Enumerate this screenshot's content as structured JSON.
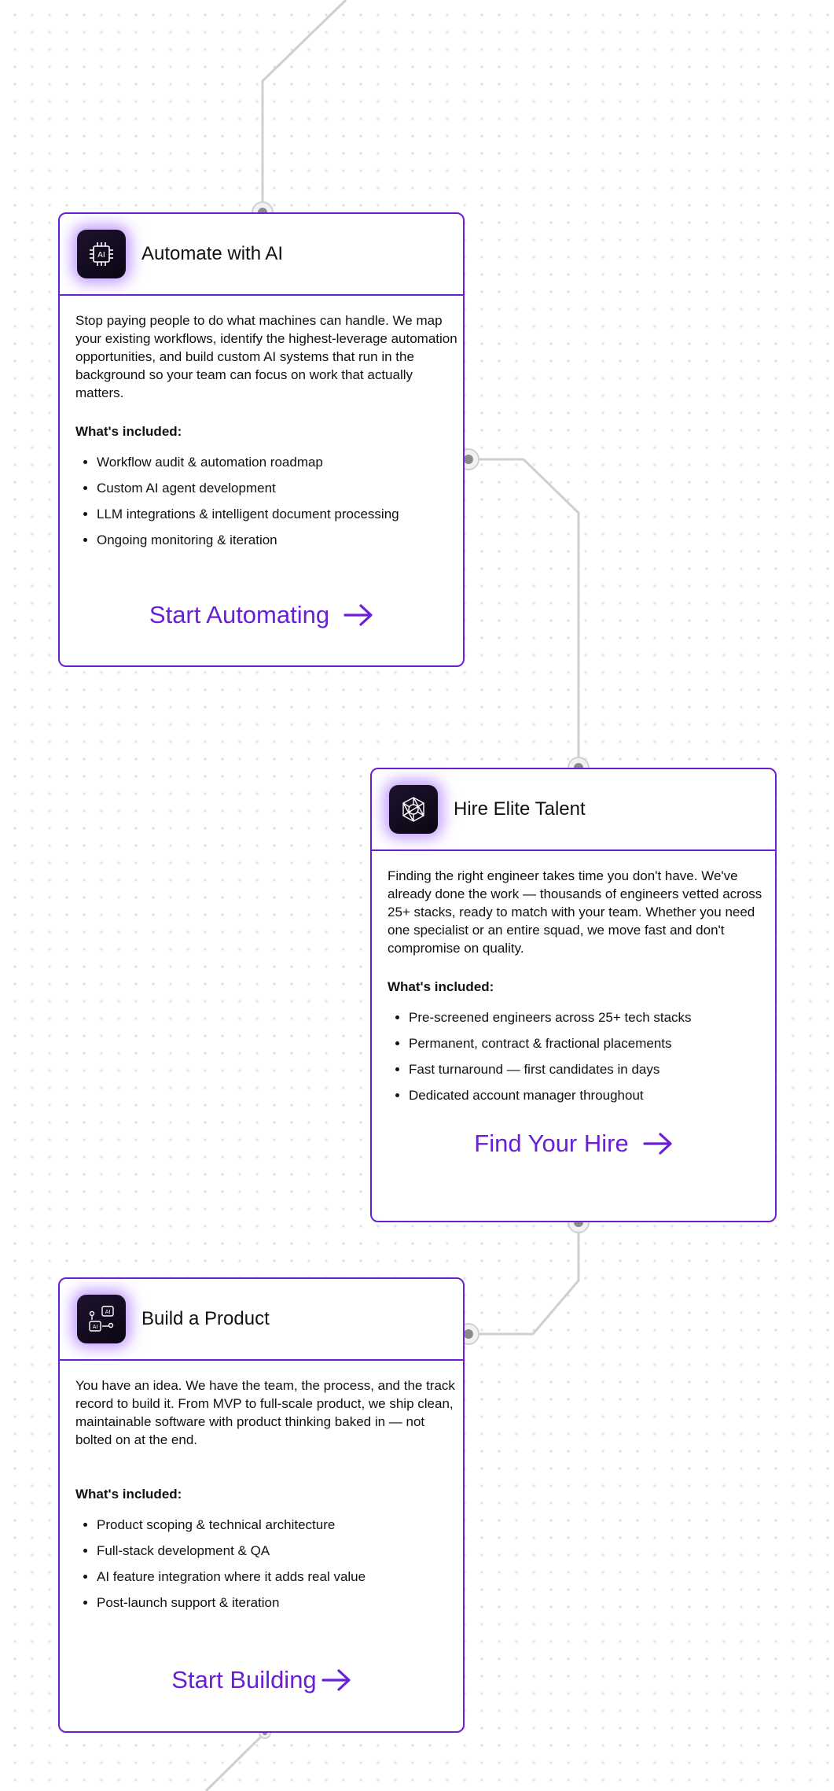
{
  "cards": [
    {
      "title": "Automate with AI",
      "icon": "ai-chip-icon",
      "description": "Stop paying people to do what machines can handle. We map your existing workflows, identify the highest-leverage automation opportunities, and build custom AI systems that run in the background so your team can focus on work that actually matters.",
      "included_label": "What's included:",
      "items": [
        "Workflow audit & automation roadmap",
        "Custom AI agent development",
        "LLM integrations & intelligent document processing",
        "Ongoing monitoring & iteration"
      ],
      "cta": "Start Automating"
    },
    {
      "title": "Hire Elite Talent",
      "icon": "network-icon",
      "description": "Finding the right engineer takes time you don't have. We've already done the work — thousands of engineers vetted across 25+ stacks, ready to match with your team. Whether you need one specialist or an entire squad, we move fast and don't compromise on quality.",
      "included_label": "What's included:",
      "items": [
        "Pre-screened engineers across 25+ tech stacks",
        "Permanent, contract & fractional placements",
        "Fast turnaround — first candidates in days",
        "Dedicated account manager throughout"
      ],
      "cta": "Find Your Hire"
    },
    {
      "title": "Build a Product",
      "icon": "ai-product-icon",
      "description": "You have an idea. We have the team, the process, and the track record to build it. From MVP to full-scale product, we ship clean, maintainable software with product thinking baked in — not bolted on at the end.",
      "included_label": "What's included:",
      "items": [
        "Product scoping & technical architecture",
        "Full-stack development & QA",
        "AI feature integration where it adds real value",
        "Post-launch support & iteration"
      ],
      "cta": "Start Building"
    }
  ],
  "colors": {
    "accent": "#6a1fd6",
    "connector": "#cfcfcf",
    "node": "#8a8a8a"
  }
}
